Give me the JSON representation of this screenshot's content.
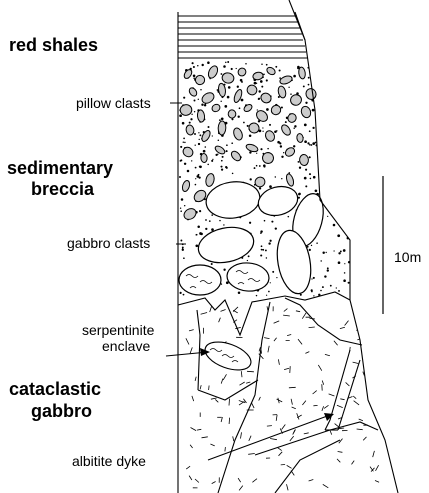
{
  "units": {
    "red_shales": "red shales",
    "sedimentary_breccia": [
      "sedimentary",
      "breccia"
    ],
    "cataclastic_gabbro": [
      "cataclastic",
      "gabbro"
    ]
  },
  "features": {
    "pillow_clasts": "pillow clasts",
    "gabbro_clasts": "gabbro clasts",
    "serpentinite_enclave": [
      "serpentinite",
      "enclave"
    ],
    "albitite_dyke": "albitite dyke"
  },
  "scale_bar": {
    "label": "10m",
    "length_m": 10
  },
  "colors": {
    "ink": "#000000",
    "pillow_fill": "#cccccc",
    "background": "#ffffff"
  }
}
